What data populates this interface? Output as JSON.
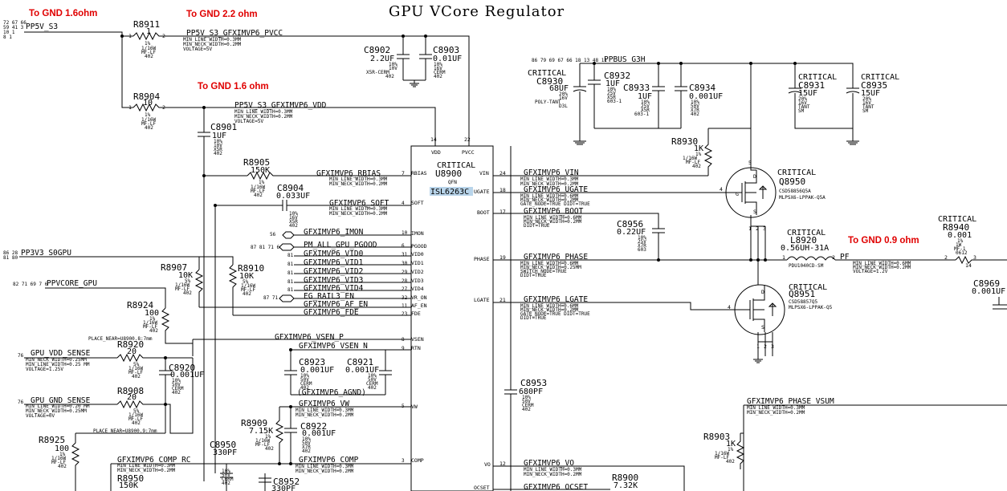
{
  "title": "GPU VCore Regulator",
  "annotations": {
    "gnd_1": "To GND 1.6ohm",
    "gnd_2": "To GND 2.2 ohm",
    "gnd_3": "To GND 1.6 ohm",
    "gnd_4": "To GND 0.9 ohm"
  },
  "chip": {
    "critical": "CRITICAL",
    "ref": "U8900",
    "package": "QFN",
    "part": "ISL6263C",
    "vdd": "VDD",
    "pvcc": "PVCC",
    "pins_left": [
      "RBIAS",
      "SOFT",
      "IMON",
      "PGOOD",
      "VID0",
      "VID1",
      "VID2",
      "VID3",
      "VID4",
      "VR_ON",
      "AF_EN",
      "FDE",
      "VSEN",
      "RTN",
      "VW",
      "COMP"
    ],
    "pins_right": [
      "VIN",
      "UGATE",
      "BOOT",
      "PHASE",
      "LGATE",
      "VO",
      "OCSET"
    ]
  },
  "nets": {
    "pp5v_s3": "PP5V_S3",
    "pvcc_net": "PP5V_S3_GFXIMVP6_PVCC",
    "vdd_net": "PP5V_S3_GFXIMVP6_VDD",
    "ppbus": "PPBUS_G3H",
    "pp3v3": "PP3V3_S0GPU",
    "ppvcore": "PPVCORE_GPU",
    "rbias": "GFXIMVP6_RBIAS",
    "soft": "GFXIMVP6_SOFT",
    "imon": "GFXIMVP6_IMON",
    "pgood": "PM_ALL_GPU_PGOOD",
    "vid0": "GFXIMVP6_VID0",
    "vid1": "GFXIMVP6_VID1",
    "vid2": "GFXIMVP6_VID2",
    "vid3": "GFXIMVP6_VID3",
    "vid4": "GFXIMVP6_VID4",
    "vr_on": "EG_RAIL3_EN",
    "af_en": "GFXIMVP6_AF_EN",
    "fde": "GFXIMVP6_FDE",
    "vsen_p": "GFXIMVP6_VSEN_P",
    "vsen_n": "GFXIMVP6_VSEN_N",
    "agnd": "(GFXIMVP6_AGND)",
    "vw": "GFXIMVP6_VW",
    "comp": "GFXIMVP6_COMP",
    "comp_rc": "GFXIMVP6_COMP_RC",
    "vin": "GFXIMVP6_VIN",
    "ugate": "GFXIMVP6_UGATE",
    "boot": "GFXIMVP6_BOOT",
    "phase": "GFXIMVP6_PHASE",
    "lgate": "GFXIMVP6_LGATE",
    "vo": "GFXIMVP6_VO",
    "ocset": "GFXIMVP6_OCSET",
    "phase_vsum": "GFXIMVP6_PHASE_VSUM",
    "gpu_vdd_sense": "GPU_VDD_SENSE",
    "gpu_gnd_sense": "GPU_GND_SENSE",
    "pf": "PF"
  },
  "net_props": {
    "min_line_3": "MIN_LINE_WIDTH=0.3MM",
    "min_neck_2": "MIN_NECK_WIDTH=0.2MM",
    "min_line_6": "MIN_LINE_WIDTH=0.6MM",
    "min_neck_25": "MIN_NECK_WIDTH=0.25MM",
    "min_line_20": "MIN_LINE_WIDTH=0.20 MM",
    "min_line_25": "MIN_LINE_WIDTH=0.25 MM",
    "voltage_5v": "VOLTAGE=5V",
    "voltage_125": "VOLTAGE=1.25V",
    "voltage_0v": "VOLTAGE=0V",
    "voltage_12": "VOLTAGE=1.2V",
    "gate_node": "GATE_NODE=TRUE DIDT=TRUE",
    "didt": "DIDT=TRUE",
    "switch_node": "SWITCH_NODE=TRUE",
    "place_near_1": "PLACE_NEAR=U8900.8:7mm",
    "place_near_2": "PLACE_NEAR=U8900.9:7mm"
  },
  "components": {
    "R8911": {
      "ref": "R8911",
      "value": "1",
      "tol": "1%",
      "pwr": "1/16W",
      "pkg": "MF-LF",
      "size": "402"
    },
    "R8904": {
      "ref": "R8904",
      "value": "10",
      "tol": "1%",
      "pwr": "1/16W",
      "pkg": "MF-LF",
      "size": "402"
    },
    "C8902": {
      "ref": "C8902",
      "value": "2.2UF",
      "v": "10%",
      "v2": "10V",
      "d": "X5R-CERM",
      "size": "402"
    },
    "C8903": {
      "ref": "C8903",
      "value": "0.01UF",
      "v": "10%",
      "v2": "16V",
      "d": "CERM",
      "size": "402"
    },
    "C8901": {
      "ref": "C8901",
      "value": "1UF",
      "v": "10%",
      "v2": "10V",
      "d": "X5R",
      "size": "402"
    },
    "R8905": {
      "ref": "R8905",
      "value": "150K",
      "tol": "1%",
      "pwr": "1/16W",
      "pkg": "MF-LF",
      "size": "402"
    },
    "C8904": {
      "ref": "C8904",
      "value": "0.033UF",
      "v": "10%",
      "v2": "16V",
      "d": "X5R",
      "size": "402"
    },
    "C8930": {
      "ref": "C8930",
      "critical": "CRITICAL",
      "value": "68UF",
      "v": "20%",
      "v2": "16V",
      "d": "POLY-TANT",
      "size": "D3L"
    },
    "C8932": {
      "ref": "C8932",
      "value": "1UF",
      "v": "10%",
      "v2": "25V",
      "d": "X5R",
      "size": "603-1"
    },
    "C8933": {
      "ref": "C8933",
      "value": "1UF",
      "v": "10%",
      "v2": "25V",
      "d": "X5R",
      "size": "603-1"
    },
    "C8934": {
      "ref": "C8934",
      "value": "0.001UF",
      "v": "10%",
      "v2": "50V",
      "d": "X7R",
      "size": "402"
    },
    "C8931": {
      "ref": "C8931",
      "critical": "CRITICAL",
      "value": "15UF",
      "v": "20%",
      "v2": "16V",
      "d": "TANT",
      "size": "SM"
    },
    "C8935": {
      "ref": "C8935",
      "critical": "CRITICAL",
      "value": "15UF",
      "v": "20%",
      "v2": "16V",
      "d": "TANT",
      "size": "SM"
    },
    "R8930": {
      "ref": "R8930",
      "value": "1K",
      "tol": "1%",
      "pwr": "1/16W",
      "pkg": "MF-LF",
      "size": "402"
    },
    "Q8950": {
      "ref": "Q8950",
      "critical": "CRITICAL",
      "part": "CSD58856Q5A",
      "pkg": "MLPSX6-LPPAK-Q5A"
    },
    "Q8951": {
      "ref": "Q8951",
      "critical": "CRITICAL",
      "part": "CSD58857Q5",
      "pkg": "MLPSX6-LPPAK-Q5"
    },
    "C8956": {
      "ref": "C8956",
      "value": "0.22UF",
      "v": "10%",
      "v2": "25V",
      "d": "X7R",
      "size": "603"
    },
    "L8920": {
      "ref": "L8920",
      "critical": "CRITICAL",
      "value": "0.56UH-31A",
      "pkg": "PDU1040CD-SM"
    },
    "R8940": {
      "ref": "R8940",
      "critical": "CRITICAL",
      "value": "0.001",
      "tol": "1%",
      "pwr": "1W",
      "pkg": "MF-1",
      "size": "0612"
    },
    "C8969": {
      "ref": "C8969",
      "value": "0.001UF"
    },
    "R8907": {
      "ref": "R8907",
      "value": "10K",
      "tol": "5%",
      "pwr": "1/16W",
      "pkg": "MF-LF",
      "size": "402"
    },
    "R8910": {
      "ref": "R8910",
      "value": "10K",
      "tol": "5%",
      "pwr": "1/16W",
      "pkg": "MF-LF",
      "size": "402"
    },
    "R8924": {
      "ref": "R8924",
      "value": "100",
      "tol": "1%",
      "pwr": "1/16W",
      "pkg": "MF-LF",
      "size": "402"
    },
    "R8920": {
      "ref": "R8920",
      "value": "20",
      "tol": "5%",
      "pwr": "1/16W",
      "pkg": "MF-LF",
      "size": "402"
    },
    "C8920": {
      "ref": "C8920",
      "value": "0.001UF",
      "v": "10%",
      "v2": "50V",
      "d": "CERM",
      "size": "402"
    },
    "R8908": {
      "ref": "R8908",
      "value": "20",
      "tol": "5%",
      "pwr": "1/16W",
      "pkg": "MF-LF",
      "size": "402"
    },
    "C8923": {
      "ref": "C8923",
      "value": "0.001UF",
      "v": "10%",
      "v2": "50V",
      "d": "CERM",
      "size": "402"
    },
    "C8921": {
      "ref": "C8921",
      "value": "0.001UF",
      "v": "10%",
      "v2": "50V",
      "d": "CERM",
      "size": "402"
    },
    "R8909": {
      "ref": "R8909",
      "value": "7.15K",
      "tol": "1%",
      "pwr": "1/16W",
      "pkg": "MF-LF",
      "size": "402"
    },
    "C8922": {
      "ref": "C8922",
      "value": "0.001UF",
      "v": "10%",
      "v2": "50V",
      "d": "X7R",
      "size": "402"
    },
    "C8953": {
      "ref": "C8953",
      "value": "680PF",
      "v": "10%",
      "v2": "50V",
      "d": "CERM",
      "size": "402"
    },
    "R8925": {
      "ref": "R8925",
      "value": "100",
      "tol": "1%",
      "pwr": "1/16W",
      "pkg": "MF-LF",
      "size": "402"
    },
    "C8950": {
      "ref": "C8950",
      "value": "330PF",
      "v": "10%",
      "v2": "50V",
      "d": "CERM",
      "size": "402"
    },
    "C8952": {
      "ref": "C8952",
      "value": "330PF"
    },
    "R8950": {
      "ref": "R8950",
      "value": "150K"
    },
    "R8903": {
      "ref": "R8903",
      "value": "1K",
      "tol": "1%",
      "pwr": "1/16W",
      "pkg": "MF-LF",
      "size": "402"
    },
    "R8900": {
      "ref": "R8900",
      "value": "7.32K"
    }
  }
}
